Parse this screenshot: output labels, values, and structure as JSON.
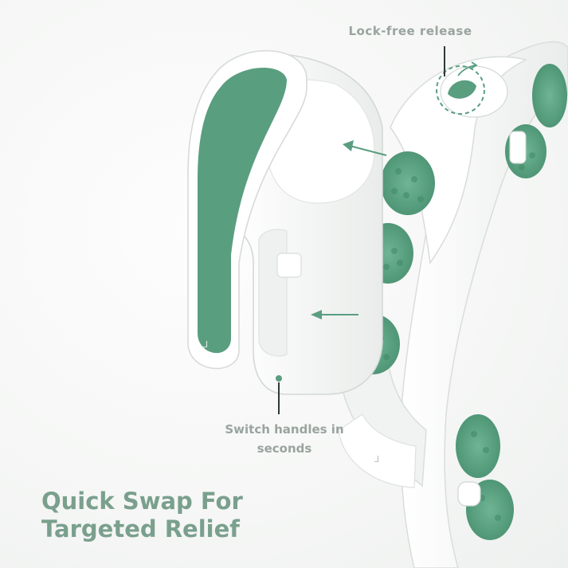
{
  "callouts": {
    "lock_release": "Lock-free release",
    "switch_handles_line1": "Switch handles in",
    "switch_handles_line2": "seconds"
  },
  "headline": {
    "line1": "Quick Swap For",
    "line2": "Targeted Relief"
  },
  "colors": {
    "accent_green": "#5a9e80",
    "text_grey": "#9aa49f",
    "headline_green": "#7aa08d",
    "product_white": "#ffffff"
  }
}
